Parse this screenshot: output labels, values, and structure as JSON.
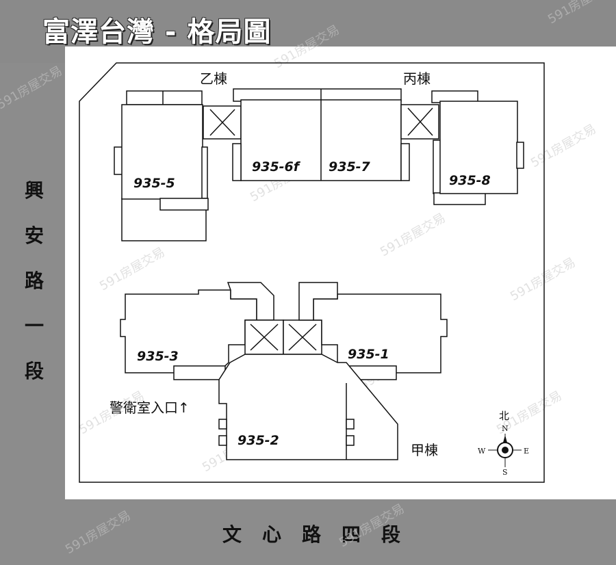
{
  "title": "富澤台灣 - 格局圖",
  "roads": {
    "west": "興安路一段",
    "west_chars": [
      "興",
      "安",
      "路",
      "一",
      "段"
    ],
    "south": "文心路四段"
  },
  "buildings": {
    "yi": "乙棟",
    "bing": "丙棟",
    "jia": "甲棟"
  },
  "units": [
    "935-5",
    "935-6f",
    "935-7",
    "935-8",
    "935-3",
    "935-1",
    "935-2"
  ],
  "guard_entrance": "警衛室入口↑",
  "compass": {
    "north_label": "北",
    "n": "N",
    "s": "S",
    "e": "E",
    "w": "W"
  },
  "watermark": "591房屋交易"
}
